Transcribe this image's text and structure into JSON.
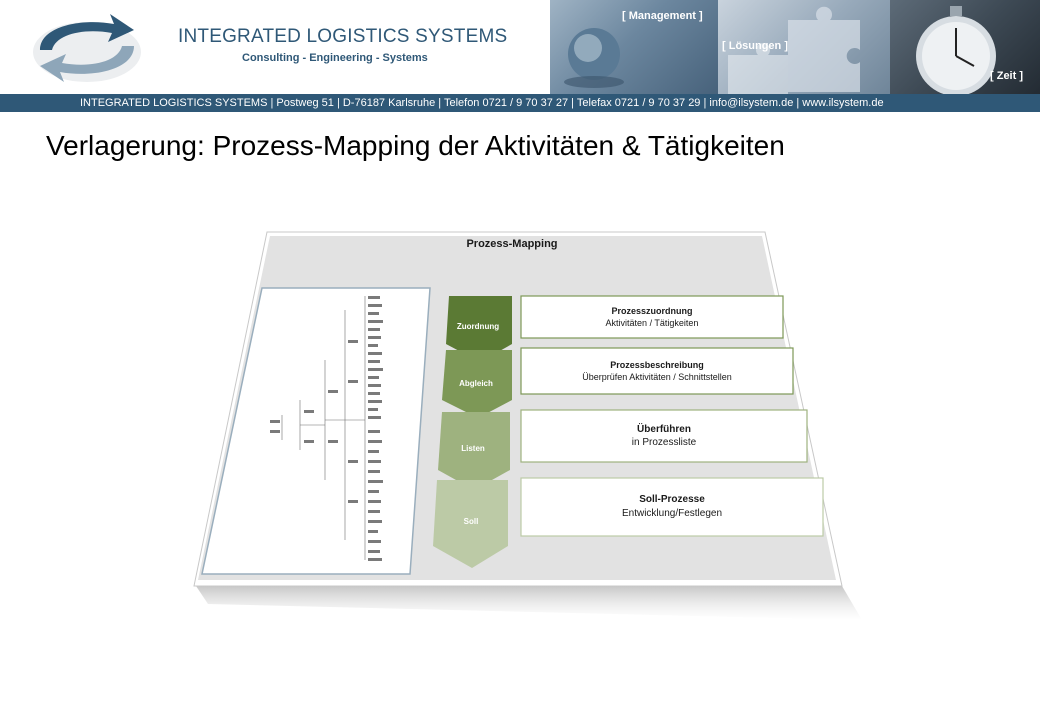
{
  "header": {
    "company_name": "INTEGRATED LOGISTICS SYSTEMS",
    "company_tagline": "Consulting - Engineering - Systems",
    "photo_labels": [
      "[ Management ]",
      "[ Lösungen ]",
      "[ Zeit ]"
    ],
    "contact_line": "INTEGRATED LOGISTICS SYSTEMS | Postweg 51 | D-76187 Karlsruhe | Telefon 0721 / 9 70 37 27 | Telefax 0721 / 9 70 37 29 | info@ilsystem.de | www.ilsystem.de",
    "brand_color": "#2f5877"
  },
  "slide": {
    "title": "Verlagerung: Prozess-Mapping der Aktivitäten & Tätigkeiten"
  },
  "diagram": {
    "heading": "Prozess-Mapping",
    "steps": [
      {
        "label": "Zuordnung",
        "title": "Prozesszuordnung",
        "subtitle": "Aktivitäten / Tätigkeiten",
        "color": "#5b7a34"
      },
      {
        "label": "Abgleich",
        "title": "Prozessbeschreibung",
        "subtitle": "Überprüfen Aktivitäten / Schnittstellen",
        "color": "#7d9856"
      },
      {
        "label": "Listen",
        "title": "Überführen",
        "subtitle": "in Prozessliste",
        "color": "#9eb27f"
      },
      {
        "label": "Soll",
        "title": "Soll-Prozesse",
        "subtitle": "Entwicklung/Festlegen",
        "color": "#bccaa6"
      }
    ]
  }
}
